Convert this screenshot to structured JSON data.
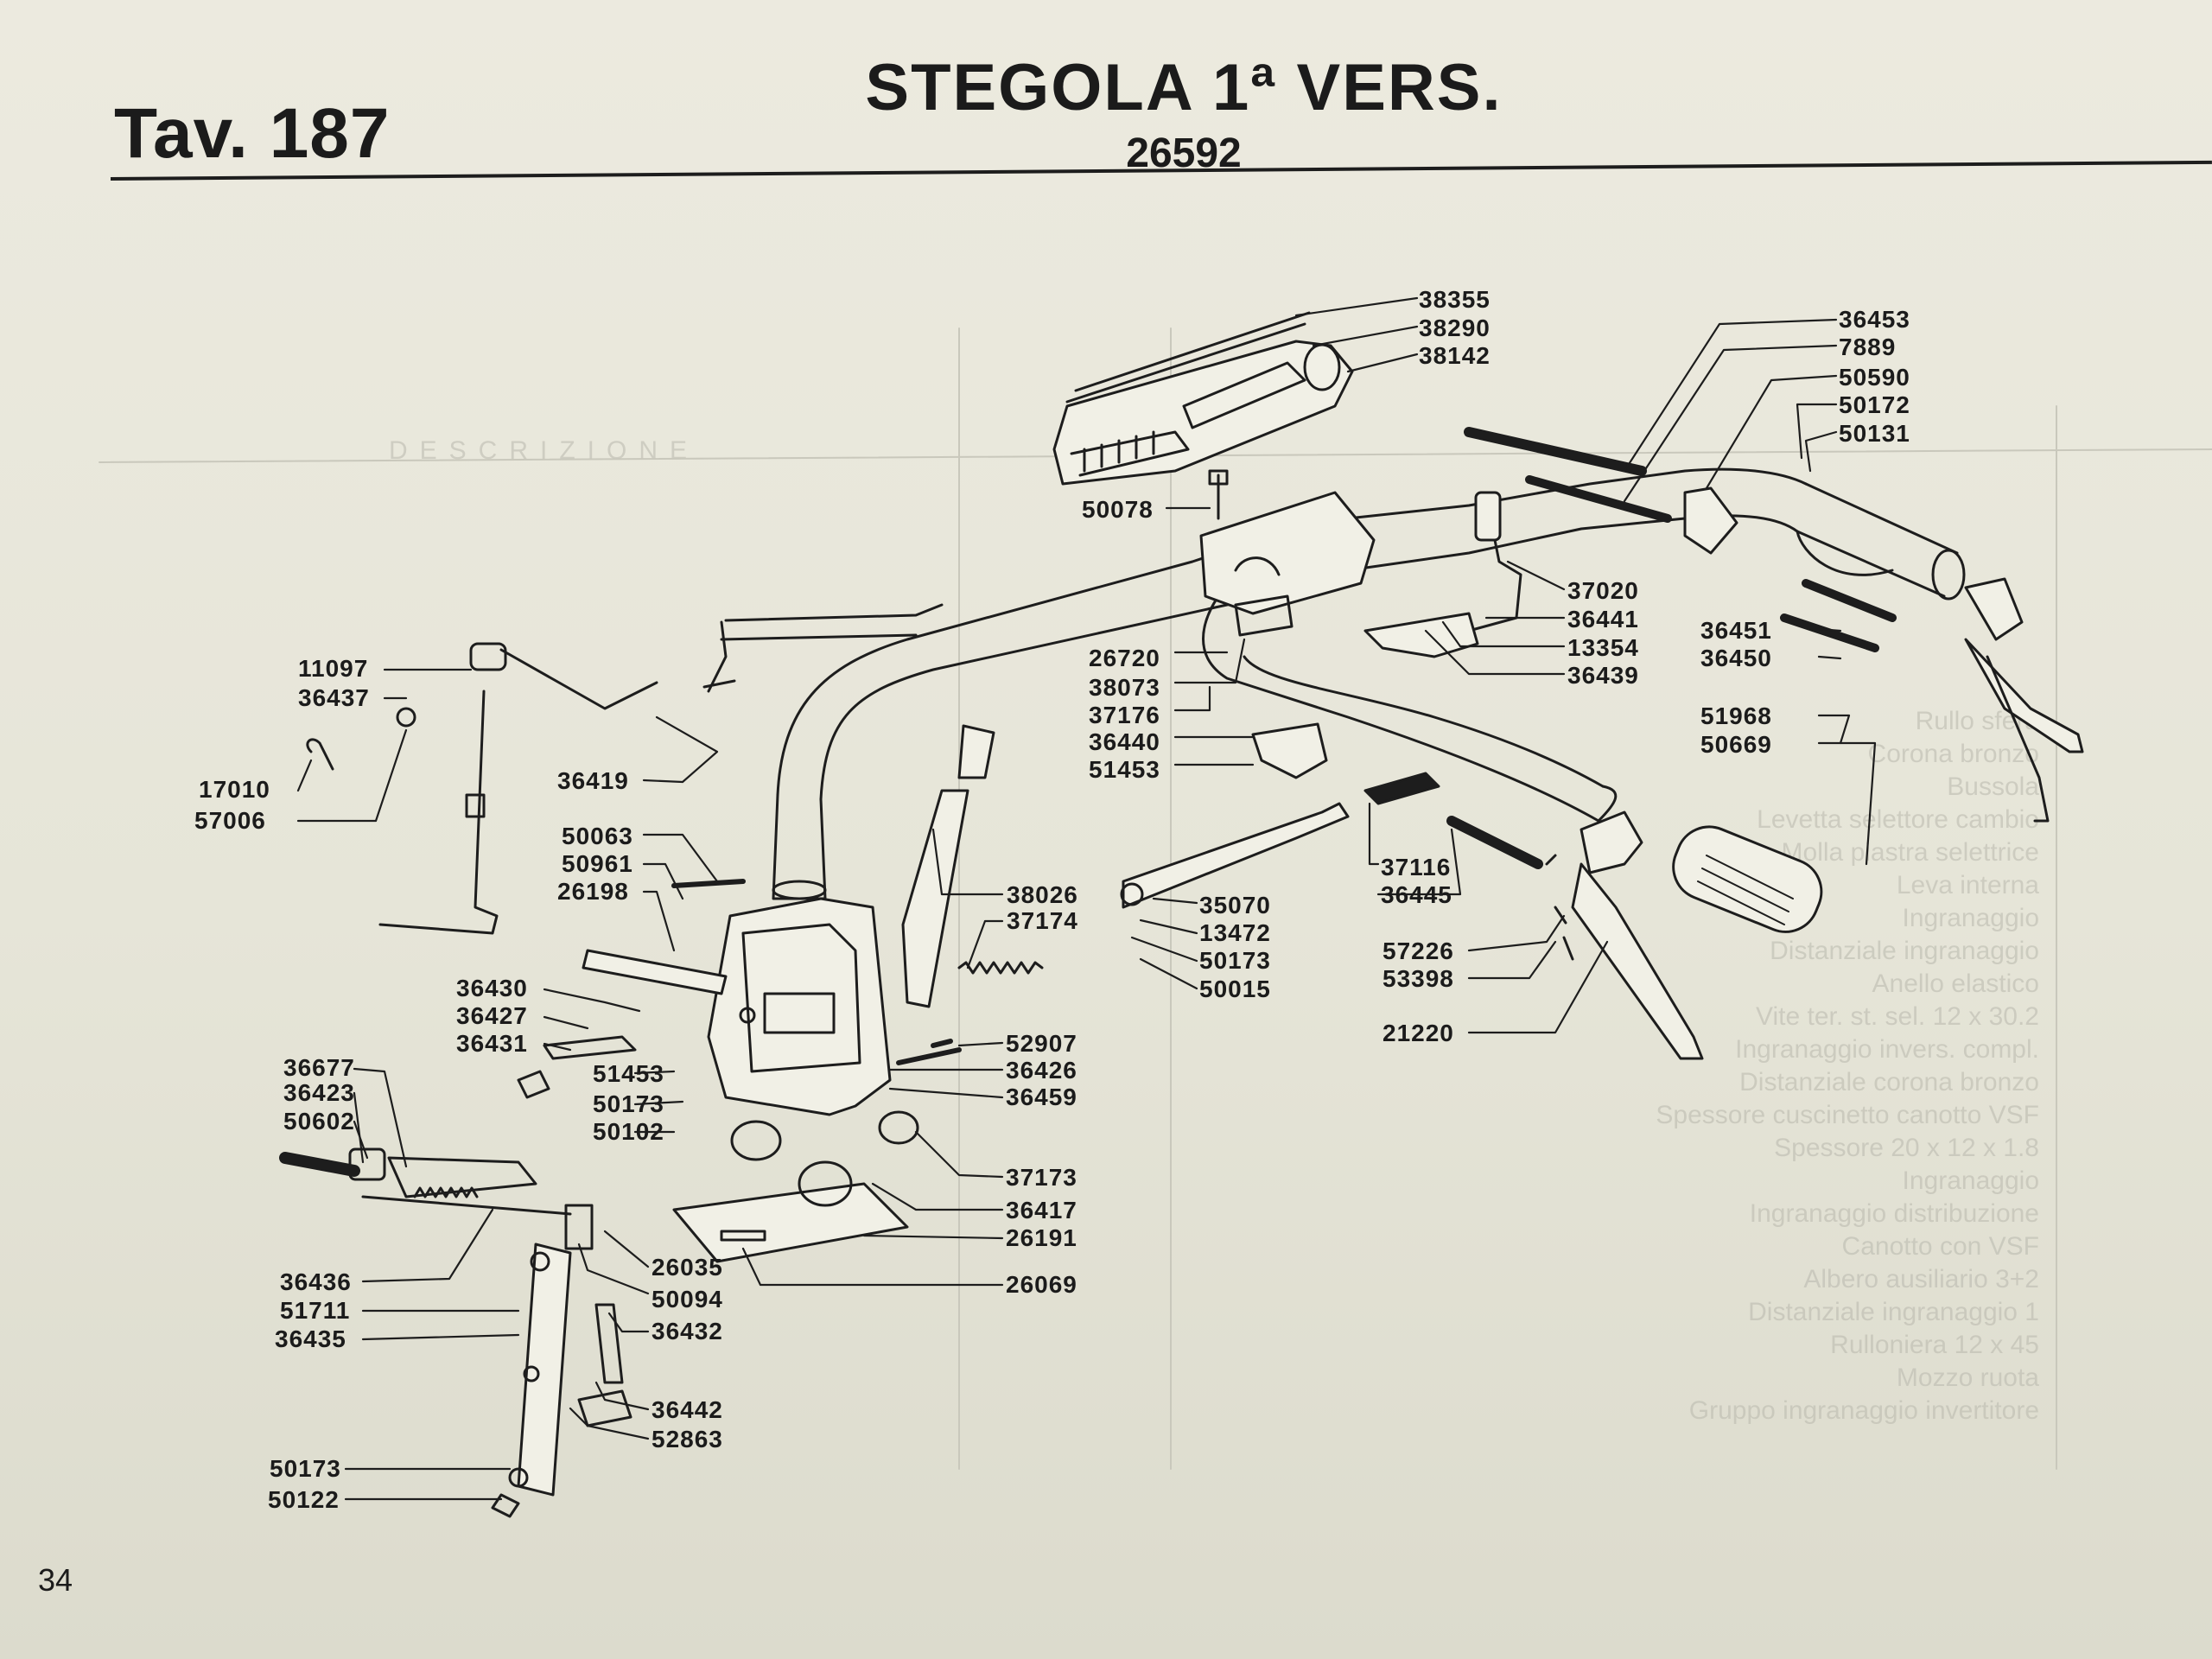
{
  "header": {
    "plate": "Tav. 187",
    "title": "STEGOLA 1ª VERS.",
    "code": "26592"
  },
  "page_number": "34",
  "background_table": {
    "column_header": "DESCRIZIONE",
    "rows": [
      "Rullo sfera",
      "Corona bronzo",
      "Bussola",
      "Levetta selettore cambio",
      "Molla piastra selettrice",
      "Leva interna",
      "Ingranaggio",
      "Distanziale ingranaggio",
      "Anello elastico",
      "Vite ter. st. sel. 12 x 30.2",
      "Ingranaggio invers. compl.",
      "Distanziale corona bronzo",
      "Spessore cuscinetto canotto VSF",
      "Spessore 20 x 12 x 1.8",
      "Ingranaggio",
      "Ingranaggio distribuzione",
      "Canotto con VSF",
      "Albero ausiliario 3+2",
      "Distanziale ingranaggio 1",
      "Rulloniera 12 x 45",
      "Mozzo ruota",
      "Gruppo ingranaggio invertitore"
    ]
  },
  "labels": {
    "p38355": "38355",
    "p38290": "38290",
    "p38142": "38142",
    "p50078": "50078",
    "p36453": "36453",
    "p7889": "7889",
    "p50590": "50590",
    "p50172": "50172",
    "p50131": "50131",
    "p37020": "37020",
    "p36441": "36441",
    "p13354": "13354",
    "p36439": "36439",
    "p36451": "36451",
    "p36450": "36450",
    "p51968": "51968",
    "p50669": "50669",
    "p26720": "26720",
    "p38073": "38073",
    "p37176": "37176",
    "p36440": "36440",
    "p51453a": "51453",
    "p11097": "11097",
    "p36437": "36437",
    "p17010": "17010",
    "p57006": "57006",
    "p36419": "36419",
    "p50063": "50063",
    "p50961": "50961",
    "p26198": "26198",
    "p38026": "38026",
    "p37174": "37174",
    "p37116": "37116",
    "p36445": "36445",
    "p35070": "35070",
    "p13472": "13472",
    "p50173a": "50173",
    "p50015": "50015",
    "p57226": "57226",
    "p53398": "53398",
    "p21220": "21220",
    "p36430": "36430",
    "p36427": "36427",
    "p36431": "36431",
    "p51453b": "51453",
    "p50173b": "50173",
    "p50102": "50102",
    "p52907": "52907",
    "p36426": "36426",
    "p36459": "36459",
    "p36677": "36677",
    "p36423": "36423",
    "p50602": "50602",
    "p37173": "37173",
    "p36417": "36417",
    "p26191": "26191",
    "p26035": "26035",
    "p50094": "50094",
    "p26069": "26069",
    "p36436": "36436",
    "p51711": "51711",
    "p36435": "36435",
    "p36432": "36432",
    "p36442": "36442",
    "p52863": "52863",
    "p50173c": "50173",
    "p50122": "50122"
  }
}
